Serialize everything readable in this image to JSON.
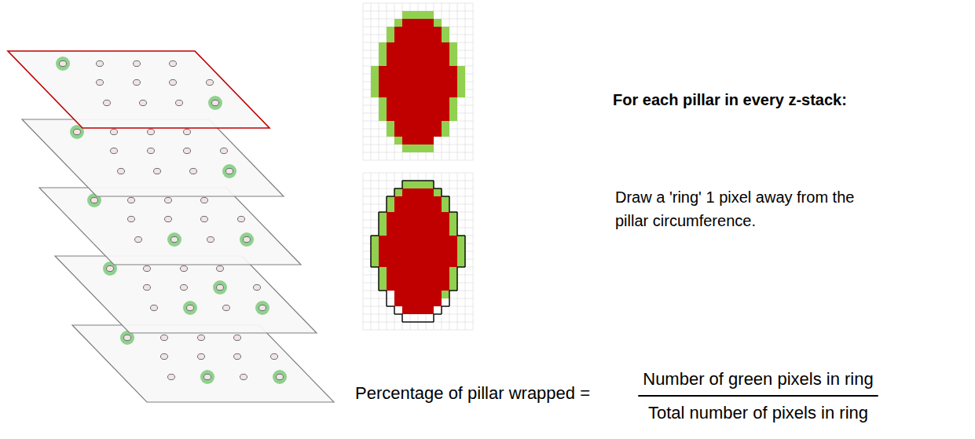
{
  "diagram": {
    "labels": [
      "For each pillar in every z-stack:",
      "Draw a 'ring' 1 pixel away from the pillar circumference.",
      "Percentage of pillar wrapped =",
      "Number of green pixels in ring",
      "Total number of pixels in ring"
    ]
  }
}
